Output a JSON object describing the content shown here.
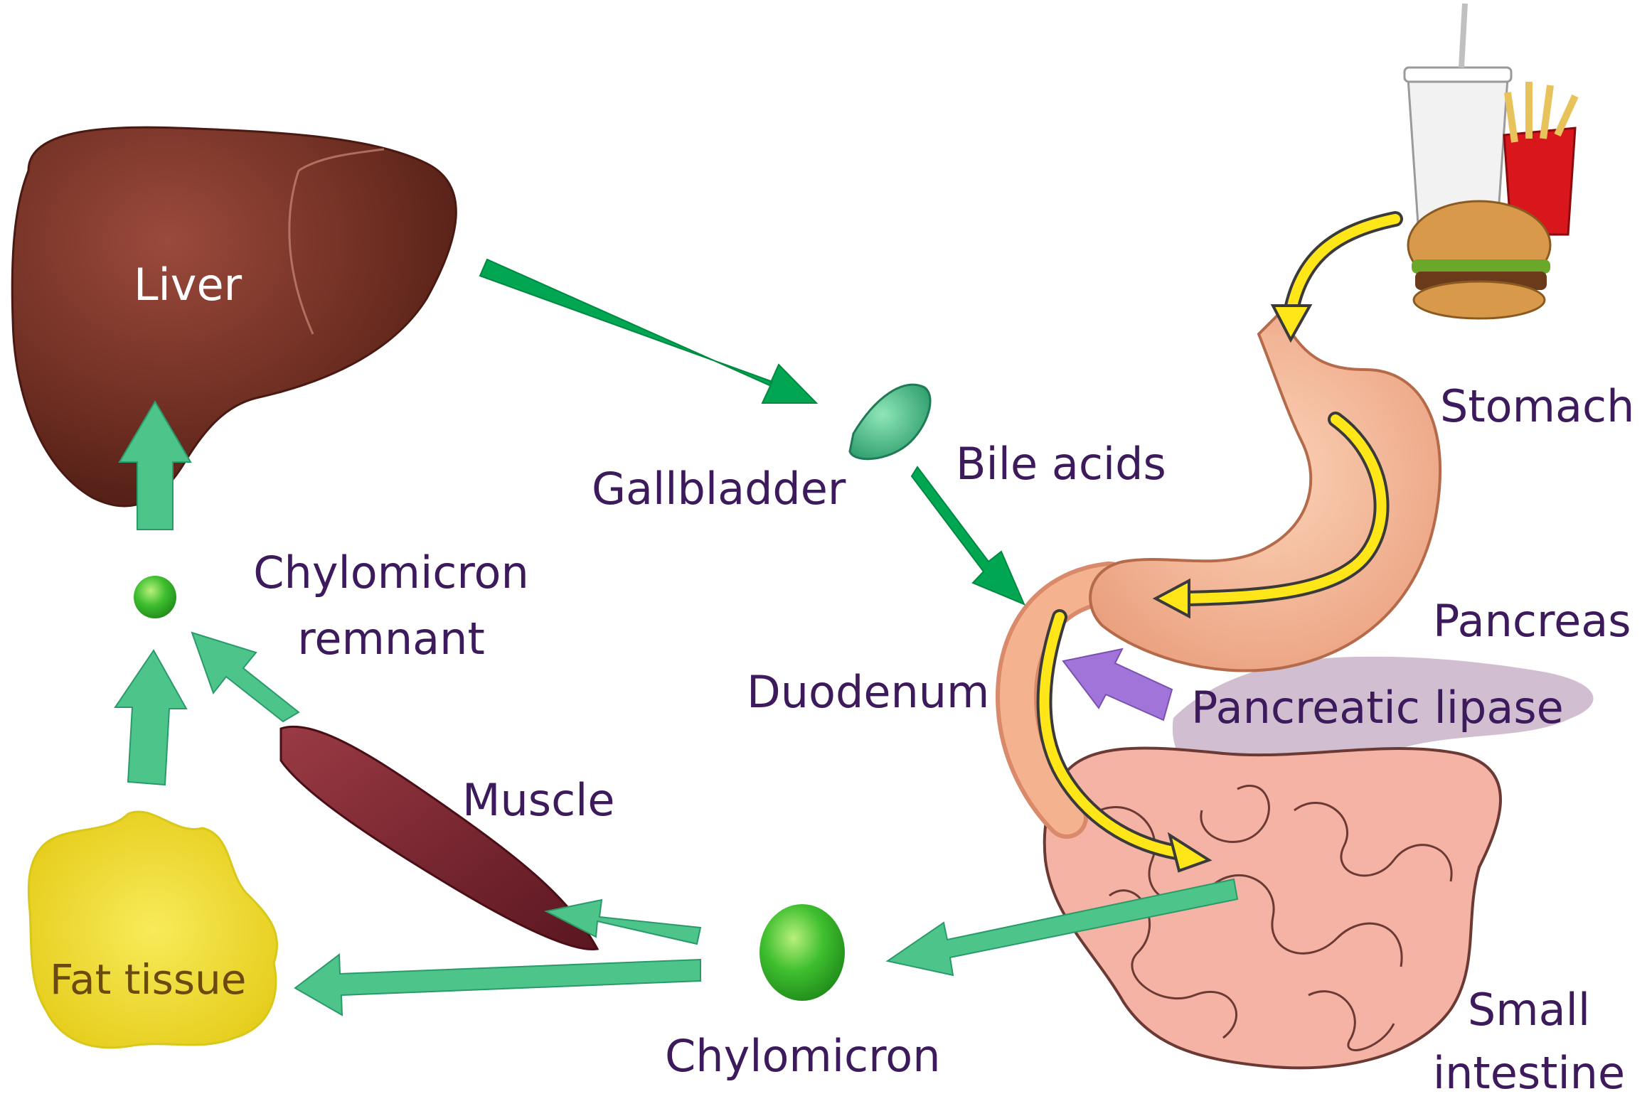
{
  "labels": {
    "liver": "Liver",
    "gallbladder": "Gallbladder",
    "bile_acids": "Bile acids",
    "stomach": "Stomach",
    "pancreas": "Pancreas",
    "duodenum": "Duodenum",
    "pancreatic_lipase": "Pancreatic lipase",
    "chylomicron_remnant_line1": "Chylomicron",
    "chylomicron_remnant_line2": "remnant",
    "muscle": "Muscle",
    "fat_tissue": "Fat tissue",
    "chylomicron": "Chylomicron",
    "small_intestine_line1": "Small",
    "small_intestine_line2": "intestine"
  },
  "colors": {
    "label_text": "#3c1a5c",
    "arrow_dark_green": "#00a651",
    "arrow_light_green": "#4cc48a",
    "arrow_yellow": "#ffe619",
    "arrow_purple": "#a074d8",
    "liver": "#6e2e22",
    "stomach": "#f5b28e",
    "intestine": "#f4b3a4",
    "pancreas": "#c9b4c9",
    "fat_tissue": "#f2de22",
    "muscle": "#7a2630",
    "gallbladder": "#3fbf8a",
    "chylomicron": "#3fbf2f"
  },
  "icons": [
    "food-icon",
    "drink-cup-icon",
    "fries-icon",
    "burger-icon"
  ]
}
